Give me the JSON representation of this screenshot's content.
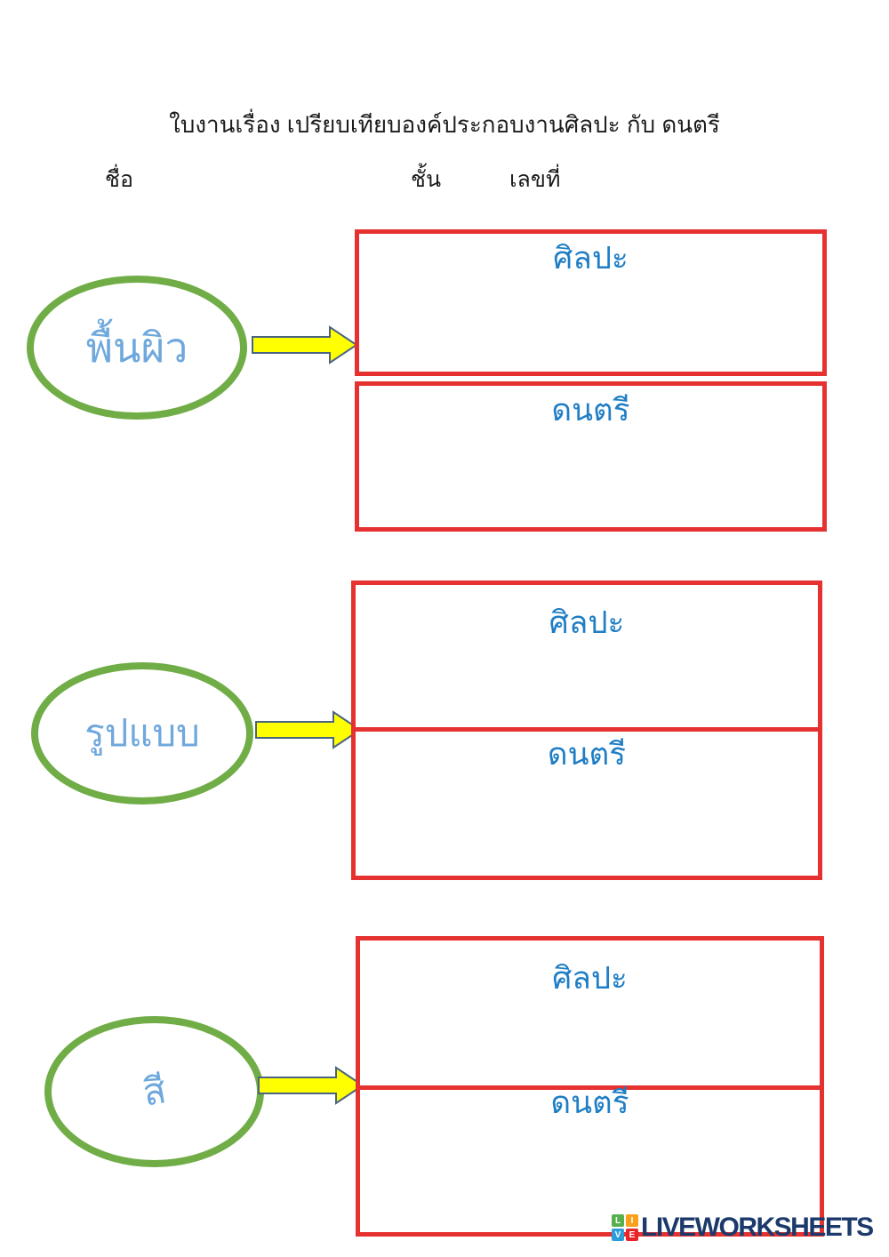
{
  "page": {
    "title": "ใบงานเรื่อง เปรียบเทียบองค์ประกอบงานศิลปะ กับ ดนตรี",
    "name_label": "ชื่อ",
    "class_label": "ชั้น",
    "number_label": "เลขที่"
  },
  "sections": [
    {
      "topic": "พื้นผิว",
      "art_label": "ศิลปะ",
      "music_label": "ดนตรี"
    },
    {
      "topic": "รูปแบบ",
      "art_label": "ศิลปะ",
      "music_label": "ดนตรี"
    },
    {
      "topic": "สี",
      "art_label": "ศิลปะ",
      "music_label": "ดนตรี"
    }
  ],
  "branding": {
    "logo_text": "LIVEWORKSHEETS",
    "logo_squares": [
      "L",
      "I",
      "V",
      "E"
    ]
  },
  "colors": {
    "box_border_red": "#e53230",
    "ellipse_green": "#70ad47",
    "arrow_yellow": "#ffff00",
    "arrow_outline": "#4a6480",
    "box_label_blue": "#1f7ec5",
    "topic_label_blue": "#6fa8dc",
    "logo_navy": "#1b3a6b"
  }
}
